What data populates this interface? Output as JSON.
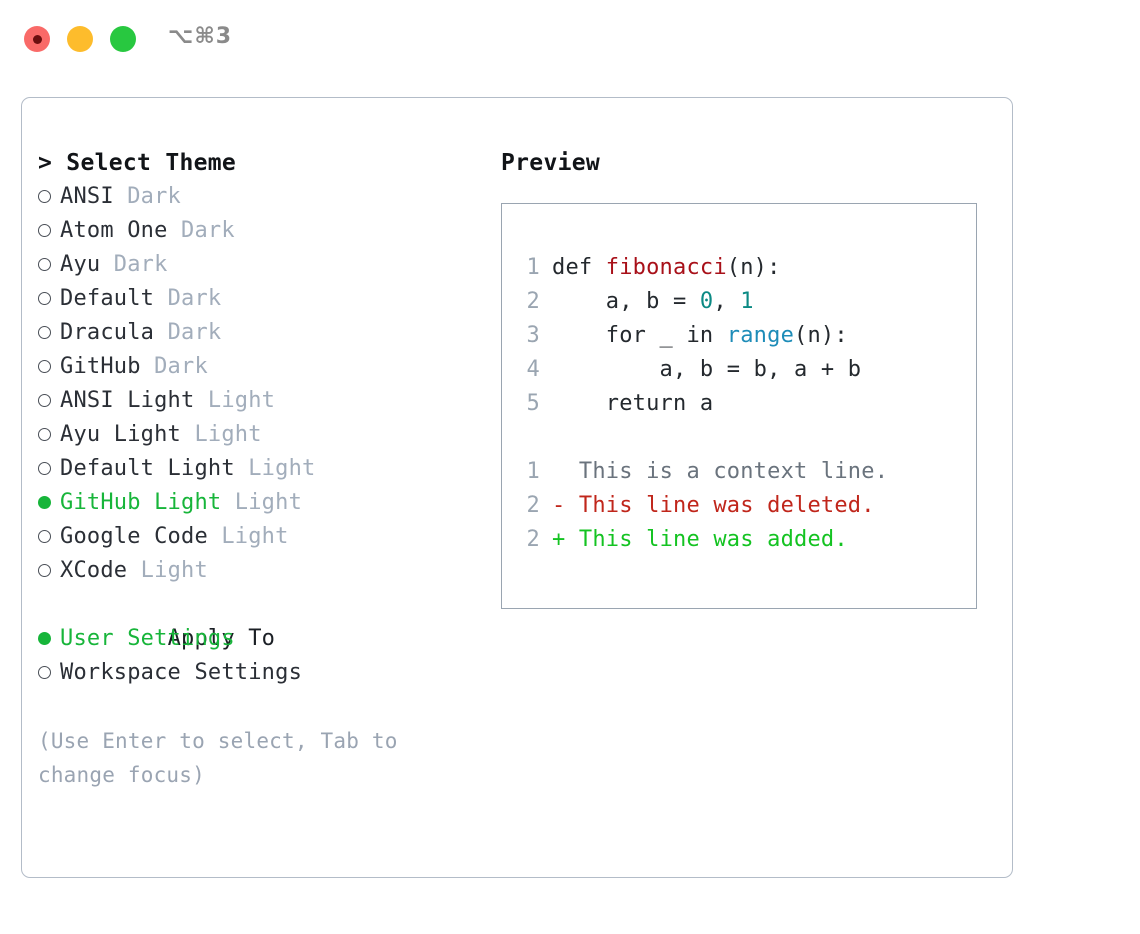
{
  "window": {
    "title": "⌥⌘3",
    "traffic_lights": [
      {
        "name": "close",
        "color": "#f96a68"
      },
      {
        "name": "minimize",
        "color": "#fdbc2c"
      },
      {
        "name": "zoom",
        "color": "#28c840"
      }
    ]
  },
  "theme_picker": {
    "header": "> Select Theme",
    "selected_theme": "GitHub Light",
    "accent_color": "#17b53a",
    "items": [
      {
        "label": "ANSI",
        "variant": "Dark",
        "selected": false
      },
      {
        "label": "Atom One",
        "variant": "Dark",
        "selected": false
      },
      {
        "label": "Ayu",
        "variant": "Dark",
        "selected": false
      },
      {
        "label": "Default",
        "variant": "Dark",
        "selected": false
      },
      {
        "label": "Dracula",
        "variant": "Dark",
        "selected": false
      },
      {
        "label": "GitHub",
        "variant": "Dark",
        "selected": false
      },
      {
        "label": "ANSI Light",
        "variant": "Light",
        "selected": false
      },
      {
        "label": "Ayu Light",
        "variant": "Light",
        "selected": false
      },
      {
        "label": "Default Light",
        "variant": "Light",
        "selected": false
      },
      {
        "label": "GitHub Light",
        "variant": "Light",
        "selected": true
      },
      {
        "label": "Google Code",
        "variant": "Light",
        "selected": false
      },
      {
        "label": "XCode",
        "variant": "Light",
        "selected": false
      }
    ]
  },
  "apply_to": {
    "header": "Apply To",
    "selected": "User Settings",
    "items": [
      {
        "label": "User Settings",
        "selected": true
      },
      {
        "label": "Workspace Settings",
        "selected": false
      }
    ]
  },
  "hint": "(Use Enter to select, Tab to change focus)",
  "preview": {
    "header": "Preview",
    "code_lines": [
      {
        "number": "1",
        "tokens": [
          {
            "text": "def ",
            "type": "keyword"
          },
          {
            "text": "fibonacci",
            "type": "function"
          },
          {
            "text": "(n):",
            "type": "plain"
          }
        ]
      },
      {
        "number": "2",
        "tokens": [
          {
            "text": "    a, b = ",
            "type": "plain"
          },
          {
            "text": "0",
            "type": "number"
          },
          {
            "text": ", ",
            "type": "plain"
          },
          {
            "text": "1",
            "type": "number"
          }
        ]
      },
      {
        "number": "3",
        "tokens": [
          {
            "text": "    for _ in ",
            "type": "plain"
          },
          {
            "text": "range",
            "type": "call"
          },
          {
            "text": "(n):",
            "type": "plain"
          }
        ]
      },
      {
        "number": "4",
        "tokens": [
          {
            "text": "        a, b = b, a + b",
            "type": "plain"
          }
        ]
      },
      {
        "number": "5",
        "tokens": [
          {
            "text": "    return a",
            "type": "plain"
          }
        ]
      }
    ],
    "diff_lines": [
      {
        "number": "1",
        "marker": " ",
        "text": " This is a context line.",
        "kind": "context"
      },
      {
        "number": "2",
        "marker": "-",
        "text": " This line was deleted.",
        "kind": "deleted"
      },
      {
        "number": "2",
        "marker": "+",
        "text": " This line was added.",
        "kind": "added"
      }
    ],
    "diff_colors": {
      "context": "#6a737d",
      "deleted": "#c0261b",
      "added": "#14c322"
    }
  }
}
